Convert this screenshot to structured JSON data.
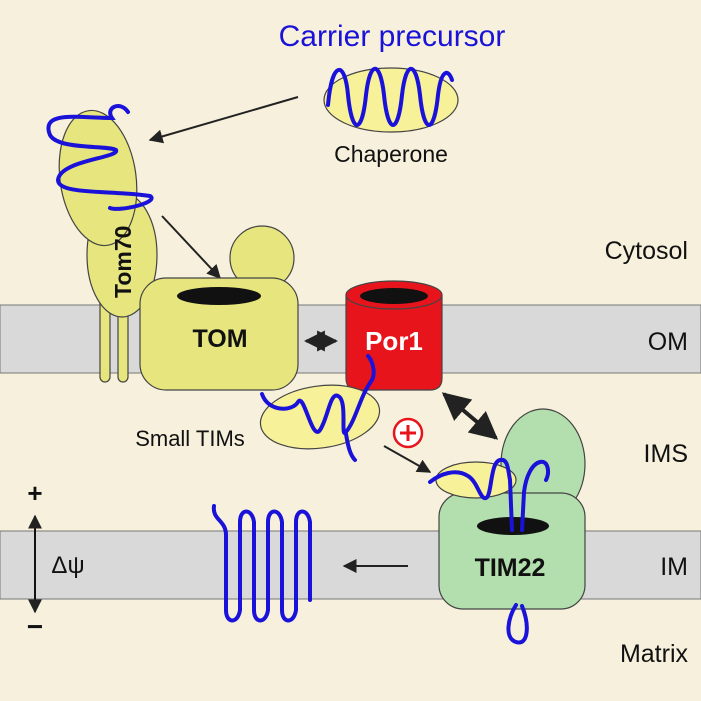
{
  "title": "Carrier precursor",
  "labels": {
    "chaperone": "Chaperone",
    "tom70": "Tom70",
    "tom": "TOM",
    "por1": "Por1",
    "small_tims": "Small TIMs",
    "tim22": "TIM22",
    "plus_sign": "+",
    "minus_sign": "−",
    "delta_psi": "Δψ"
  },
  "compartments": {
    "cytosol": "Cytosol",
    "om": "OM",
    "ims": "IMS",
    "im": "IM",
    "matrix": "Matrix"
  },
  "colors": {
    "background": "#f6f0dc",
    "membrane": "#d9d9d9",
    "protein_yellow": "#e6e57e",
    "chaperone_yellow": "#f7f19a",
    "por1_red": "#e8141c",
    "tim22_green": "#b3dfae",
    "precursor_blue": "#1a12d9",
    "title_blue": "#1a12d9"
  }
}
